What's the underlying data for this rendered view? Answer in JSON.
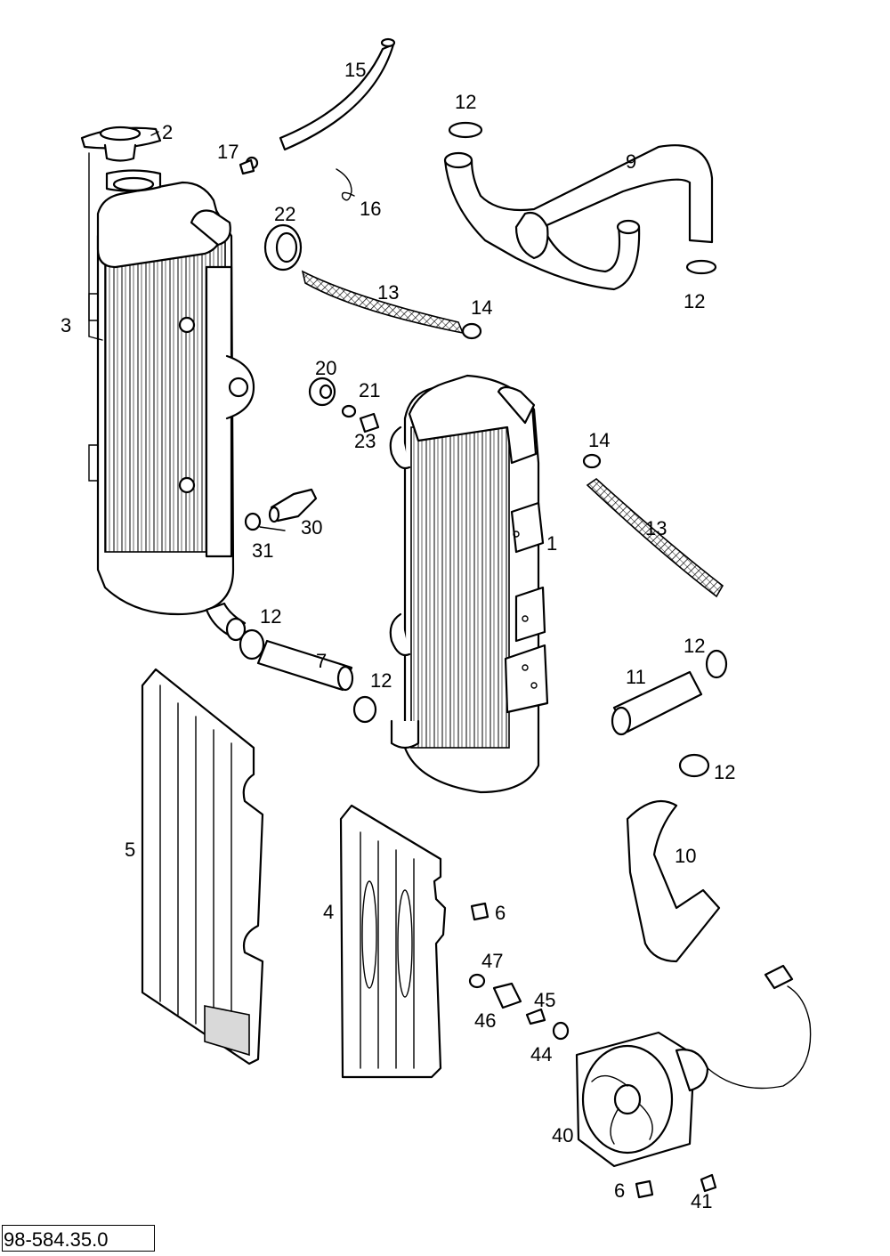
{
  "document_number": "98-584.35.0",
  "callouts": {
    "c1": "1",
    "c2": "2",
    "c3": "3",
    "c4": "4",
    "c5": "5",
    "c6a": "6",
    "c6b": "6",
    "c7": "7",
    "c9": "9",
    "c10": "10",
    "c11": "11",
    "c12a": "12",
    "c12b": "12",
    "c12c": "12",
    "c12d": "12",
    "c12e": "12",
    "c12f": "12",
    "c13a": "13",
    "c13b": "13",
    "c14a": "14",
    "c14b": "14",
    "c15": "15",
    "c16": "16",
    "c17": "17",
    "c20": "20",
    "c21": "21",
    "c22": "22",
    "c23": "23",
    "c30": "30",
    "c31": "31",
    "c40": "40",
    "c41": "41",
    "c44": "44",
    "c45": "45",
    "c46": "46",
    "c47": "47"
  },
  "parts": [
    {
      "id": "1",
      "icon": "radiator-right-icon"
    },
    {
      "id": "2",
      "icon": "radiator-cap-icon"
    },
    {
      "id": "3",
      "icon": "radiator-left-icon"
    },
    {
      "id": "4",
      "icon": "radiator-guard-right-icon"
    },
    {
      "id": "5",
      "icon": "radiator-guard-left-icon"
    },
    {
      "id": "6",
      "icon": "clip-nut-icon"
    },
    {
      "id": "7",
      "icon": "hose-straight-icon"
    },
    {
      "id": "9",
      "icon": "hose-y-icon"
    },
    {
      "id": "10",
      "icon": "hose-bent-icon"
    },
    {
      "id": "11",
      "icon": "hose-short-icon"
    },
    {
      "id": "12",
      "icon": "hose-clamp-icon"
    },
    {
      "id": "13",
      "icon": "overflow-hose-icon"
    },
    {
      "id": "14",
      "icon": "small-clamp-icon"
    },
    {
      "id": "15",
      "icon": "vent-hose-icon"
    },
    {
      "id": "16",
      "icon": "spring-clip-icon"
    },
    {
      "id": "17",
      "icon": "screw-icon"
    },
    {
      "id": "20",
      "icon": "rubber-bushing-icon"
    },
    {
      "id": "21",
      "icon": "washer-icon"
    },
    {
      "id": "22",
      "icon": "grommet-icon"
    },
    {
      "id": "23",
      "icon": "bolt-icon"
    },
    {
      "id": "30",
      "icon": "temperature-switch-icon"
    },
    {
      "id": "31",
      "icon": "seal-ring-icon"
    },
    {
      "id": "40",
      "icon": "cooling-fan-icon"
    },
    {
      "id": "41",
      "icon": "screw-icon"
    },
    {
      "id": "44",
      "icon": "spacer-icon"
    },
    {
      "id": "45",
      "icon": "screw-icon"
    },
    {
      "id": "46",
      "icon": "sleeve-icon"
    },
    {
      "id": "47",
      "icon": "washer-icon"
    }
  ]
}
